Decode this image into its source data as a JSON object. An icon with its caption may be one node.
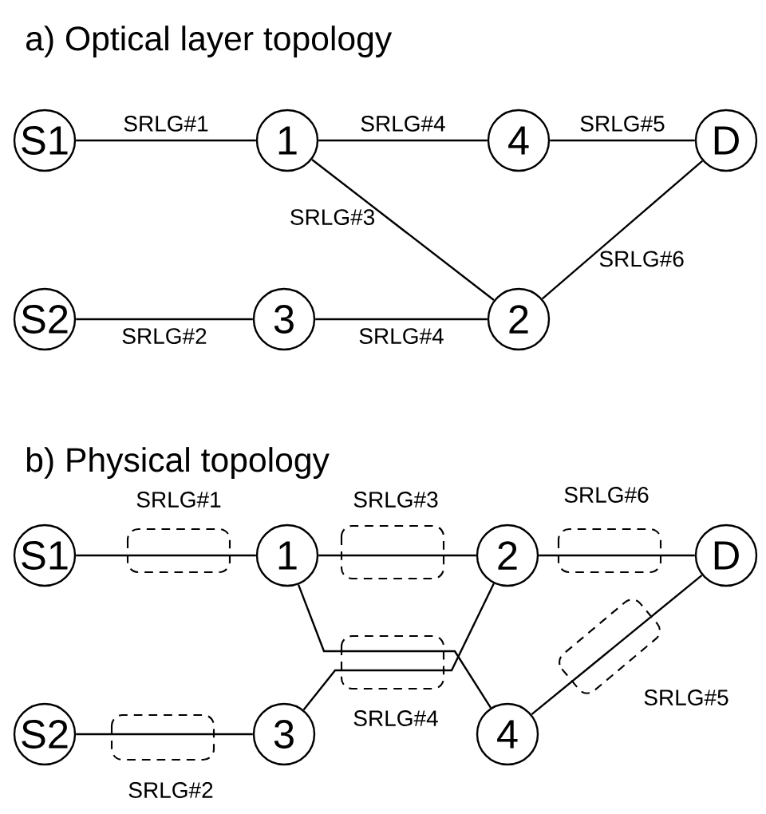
{
  "diagram": {
    "nodes": [
      {
        "text": [
          "S1"
        ]
      },
      {
        "text": [
          "1"
        ]
      },
      {
        "text": [
          "4"
        ]
      },
      {
        "text": [
          "D"
        ]
      },
      {
        "text": [
          "S2"
        ]
      },
      {
        "text": [
          "3"
        ]
      },
      {
        "text": [
          "2"
        ]
      },
      {
        "text": [
          "S1"
        ]
      },
      {
        "text": [
          "1"
        ]
      },
      {
        "text": [
          "2"
        ]
      },
      {
        "text": [
          "D"
        ]
      },
      {
        "text": [
          "S2"
        ]
      },
      {
        "text": [
          "3"
        ]
      },
      {
        "text": [
          "4"
        ]
      }
    ],
    "edges": [
      {
        "from": 0,
        "to": 1,
        "arrow": "none",
        "label": "SRLG#1"
      },
      {
        "from": 1,
        "to": 2,
        "arrow": "none",
        "label": "SRLG#4"
      },
      {
        "from": 2,
        "to": 3,
        "arrow": "none",
        "label": "SRLG#5"
      },
      {
        "from": 1,
        "to": 6,
        "arrow": "none",
        "label": "SRLG#3"
      },
      {
        "from": 6,
        "to": 3,
        "arrow": "none",
        "label": "SRLG#6"
      },
      {
        "from": 4,
        "to": 5,
        "arrow": "none",
        "label": "SRLG#2"
      },
      {
        "from": 5,
        "to": 6,
        "arrow": "none",
        "label": "SRLG#4"
      },
      {
        "from": 7,
        "to": 8,
        "arrow": "none"
      },
      {
        "from": 8,
        "to": 9,
        "arrow": "none"
      },
      {
        "from": 9,
        "to": 10,
        "arrow": "none"
      },
      {
        "from": 8,
        "to": 13,
        "arrow": "none"
      },
      {
        "from": 12,
        "to": 9,
        "arrow": "none"
      },
      {
        "from": 11,
        "to": 12,
        "arrow": "none"
      },
      {
        "from": 13,
        "to": 10,
        "arrow": "none"
      }
    ],
    "labels": [
      "a) Optical layer topology",
      "b) Physical topology",
      "SRLG#1",
      "SRLG#3",
      "SRLG#6",
      "SRLG#4",
      "SRLG#5",
      "SRLG#2"
    ]
  }
}
